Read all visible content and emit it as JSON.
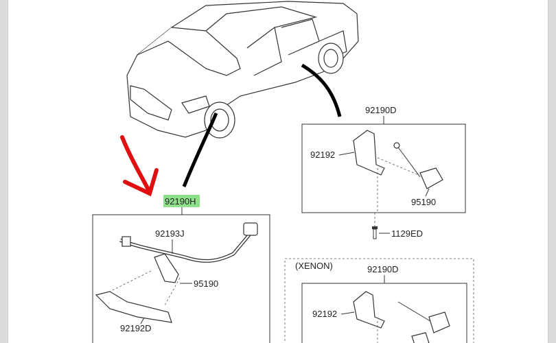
{
  "diagram": {
    "highlight_color": "#8fe08a",
    "arrow_color": "#e01010",
    "top_assembly": {
      "label": "92190D",
      "parts": [
        {
          "label": "92192"
        },
        {
          "label": "95190"
        }
      ]
    },
    "bolt": {
      "label": "1129ED"
    },
    "selected_assembly": {
      "label": "92190H",
      "parts": [
        {
          "label": "92193J"
        },
        {
          "label": "95190"
        },
        {
          "label": "92192D"
        }
      ]
    },
    "xenon_group": {
      "title": "(XENON)",
      "label": "92190D",
      "parts": [
        {
          "label": "92192"
        }
      ]
    }
  }
}
